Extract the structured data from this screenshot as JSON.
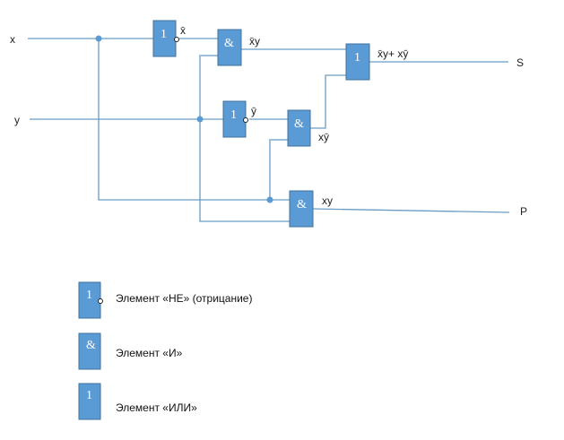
{
  "inputs": {
    "x": "x",
    "y": "y"
  },
  "outputs": {
    "s": "S",
    "p": "P"
  },
  "gates": {
    "not_symbol": "1",
    "and_symbol": "&",
    "or_symbol": "1"
  },
  "signals": {
    "not_x": "x̄",
    "not_y": "ȳ",
    "not_x_and_y": "x̄y",
    "x_and_not_y": "xȳ",
    "sum": "x̄y+ xȳ",
    "x_and_y": "xy"
  },
  "legend": [
    {
      "symbol": "1",
      "label": "Элемент «НЕ» (отрицание)",
      "type": "not"
    },
    {
      "symbol": "&",
      "label": "Элемент «И»",
      "type": "and"
    },
    {
      "symbol": "1",
      "label": "Элемент «ИЛИ»",
      "type": "or"
    }
  ],
  "colors": {
    "gate_fill": "#5b9bd5",
    "gate_border": "#41719c",
    "wire": "#6a9cc4"
  }
}
